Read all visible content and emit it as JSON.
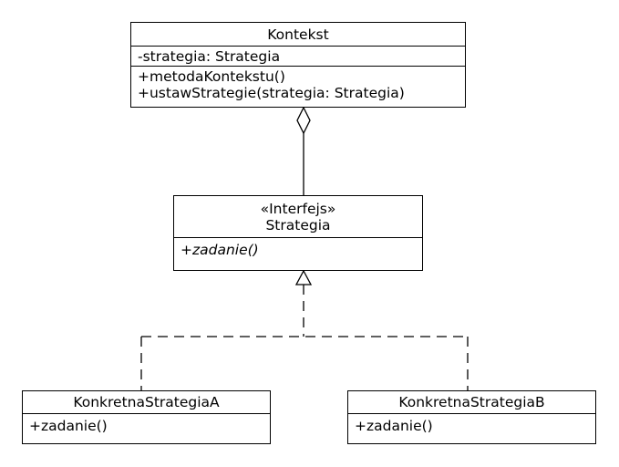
{
  "classes": {
    "kontekst": {
      "name": "Kontekst",
      "attributes": [
        "-strategia: Strategia"
      ],
      "operations": [
        "+metodaKontekstu()",
        "+ustawStrategie(strategia: Strategia)"
      ]
    },
    "strategia": {
      "stereotype": "«Interfejs»",
      "name": "Strategia",
      "operations": [
        "+zadanie()"
      ],
      "operations_italic": true
    },
    "konkretna_a": {
      "name": "KonkretnaStrategiaA",
      "operations": [
        "+zadanie()"
      ]
    },
    "konkretna_b": {
      "name": "KonkretnaStrategiaB",
      "operations": [
        "+zadanie()"
      ]
    }
  },
  "relations": [
    {
      "type": "aggregation",
      "from": "kontekst",
      "to": "strategia"
    },
    {
      "type": "realization",
      "from": "konkretna_a",
      "to": "strategia"
    },
    {
      "type": "realization",
      "from": "konkretna_b",
      "to": "strategia"
    }
  ],
  "colors": {
    "line": "#000000",
    "background": "#ffffff"
  }
}
